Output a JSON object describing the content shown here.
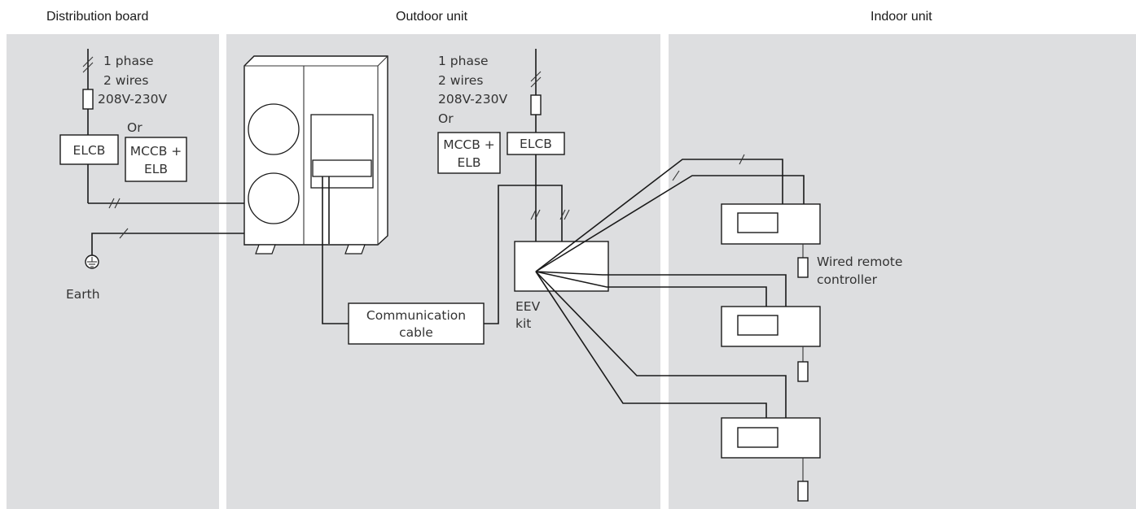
{
  "headers": {
    "distribution": "Distribution board",
    "outdoor": "Outdoor unit",
    "indoor": "Indoor unit"
  },
  "panel_color": "#dddee0",
  "distribution_board": {
    "phase": "1 phase",
    "wires": "2 wires",
    "voltage": "208V-230V",
    "or": "Or",
    "elcb": "ELCB",
    "mccb": "MCCB +",
    "elb": "ELB",
    "earth": "Earth"
  },
  "outdoor_unit": {
    "phase": "1 phase",
    "wires": "2 wires",
    "voltage": "208V-230V",
    "or": "Or",
    "mccb": "MCCB +",
    "elb": "ELB",
    "elcb": "ELCB",
    "comm_line1": "Communication",
    "comm_line2": "cable",
    "eev_line1": "EEV",
    "eev_line2": "kit"
  },
  "indoor_unit": {
    "remote_line1": "Wired remote",
    "remote_line2": "controller"
  }
}
